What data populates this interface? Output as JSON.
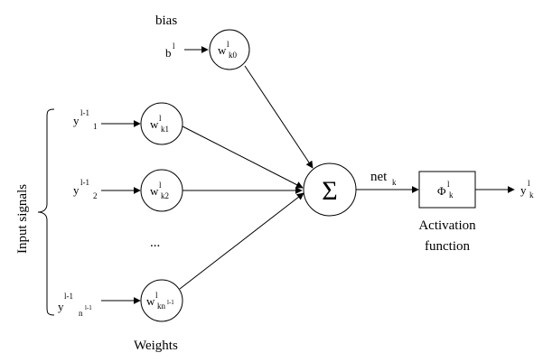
{
  "labels": {
    "bias": "bias",
    "input_signals": "Input signals",
    "weights": "Weights",
    "ellipsis": "...",
    "activation_line1": "Activation",
    "activation_line2": "function",
    "net": "net",
    "net_sub": "k",
    "sum_symbol": "Σ"
  },
  "bias_input": {
    "base": "b",
    "sup": "l"
  },
  "inputs": [
    {
      "base": "y",
      "sup": "l-1",
      "sub": "1"
    },
    {
      "base": "y",
      "sup": "l-1",
      "sub": "2"
    },
    {
      "base": "y",
      "sup": "l-1",
      "sub": "n",
      "subsup": "l-1"
    }
  ],
  "weights": [
    {
      "base": "w",
      "sup": "l",
      "sub": "k0"
    },
    {
      "base": "w",
      "sup": "l",
      "sub": "k1"
    },
    {
      "base": "w",
      "sup": "l",
      "sub": "k2"
    },
    {
      "base": "w",
      "sup": "l",
      "sub": "kn",
      "subsup": "l-1"
    }
  ],
  "activation": {
    "base": "Φ",
    "sup": "l",
    "sub": "k"
  },
  "output": {
    "base": "y",
    "sup": "l",
    "sub": "k"
  }
}
